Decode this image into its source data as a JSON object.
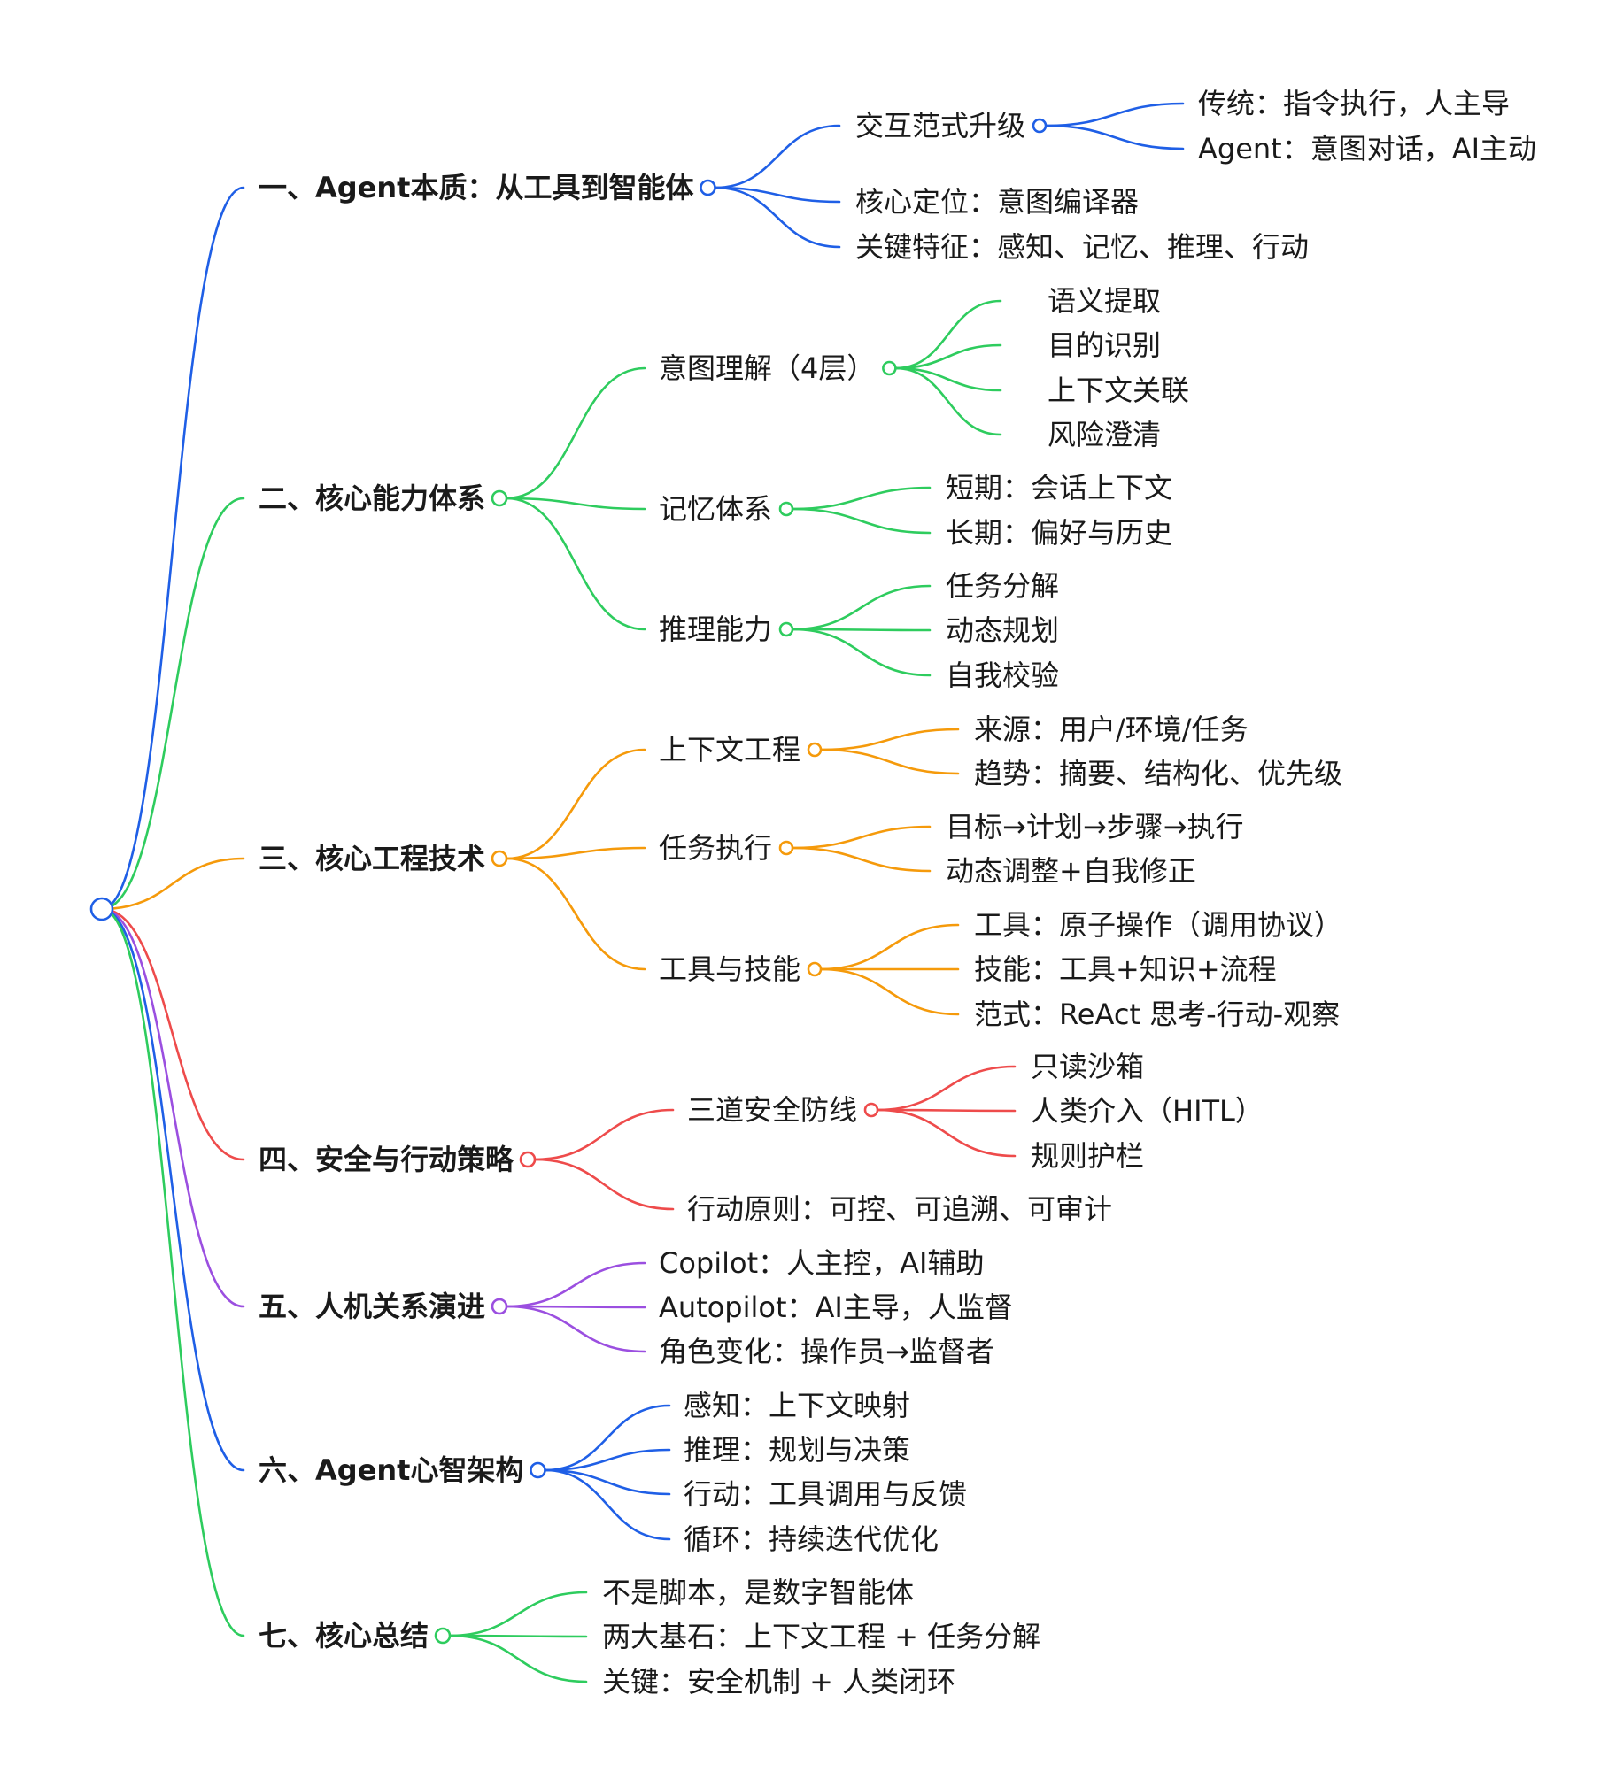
{
  "mindmap": {
    "root_label": "",
    "branches": [
      {
        "label": "一、Agent本质：从工具到智能体",
        "color": "#1f5fe6",
        "children": [
          {
            "label": "交互范式升级",
            "children": [
              {
                "label": "传统：指令执行，人主导"
              },
              {
                "label": "Agent：意图对话，AI主动"
              }
            ]
          },
          {
            "label": "核心定位：意图编译器"
          },
          {
            "label": "关键特征：感知、记忆、推理、行动"
          }
        ]
      },
      {
        "label": "二、核心能力体系",
        "color": "#2ecc5e",
        "children": [
          {
            "label": "意图理解（4层）",
            "children": [
              {
                "label": "语义提取"
              },
              {
                "label": "目的识别"
              },
              {
                "label": "上下文关联"
              },
              {
                "label": "风险澄清"
              }
            ]
          },
          {
            "label": "记忆体系",
            "children": [
              {
                "label": "短期：会话上下文"
              },
              {
                "label": "长期：偏好与历史"
              }
            ]
          },
          {
            "label": "推理能力",
            "children": [
              {
                "label": "任务分解"
              },
              {
                "label": "动态规划"
              },
              {
                "label": "自我校验"
              }
            ]
          }
        ]
      },
      {
        "label": "三、核心工程技术",
        "color": "#f59a0b",
        "children": [
          {
            "label": "上下文工程",
            "children": [
              {
                "label": "来源：用户/环境/任务"
              },
              {
                "label": "趋势：摘要、结构化、优先级"
              }
            ]
          },
          {
            "label": "任务执行",
            "children": [
              {
                "label": "目标→计划→步骤→执行"
              },
              {
                "label": "动态调整+自我修正"
              }
            ]
          },
          {
            "label": "工具与技能",
            "children": [
              {
                "label": "工具：原子操作（调用协议）"
              },
              {
                "label": "技能：工具+知识+流程"
              },
              {
                "label": "范式：ReAct 思考-行动-观察"
              }
            ]
          }
        ]
      },
      {
        "label": "四、安全与行动策略",
        "color": "#ee4b4b",
        "children": [
          {
            "label": "三道安全防线",
            "children": [
              {
                "label": "只读沙箱"
              },
              {
                "label": "人类介入（HITL）"
              },
              {
                "label": "规则护栏"
              }
            ]
          },
          {
            "label": "行动原则：可控、可追溯、可审计"
          }
        ]
      },
      {
        "label": "五、人机关系演进",
        "color": "#9b4fe0",
        "children": [
          {
            "label": "Copilot：人主控，AI辅助"
          },
          {
            "label": "Autopilot：AI主导，人监督"
          },
          {
            "label": "角色变化：操作员→监督者"
          }
        ]
      },
      {
        "label": "六、Agent心智架构",
        "color": "#1f5fe6",
        "children": [
          {
            "label": "感知：上下文映射"
          },
          {
            "label": "推理：规划与决策"
          },
          {
            "label": "行动：工具调用与反馈"
          },
          {
            "label": "循环：持续迭代优化"
          }
        ]
      },
      {
        "label": "七、核心总结",
        "color": "#2ecc5e",
        "children": [
          {
            "label": "不是脚本，是数字智能体"
          },
          {
            "label": "两大基石：上下文工程 + 任务分解"
          },
          {
            "label": "关键：安全机制 + 人类闭环"
          }
        ]
      }
    ]
  }
}
